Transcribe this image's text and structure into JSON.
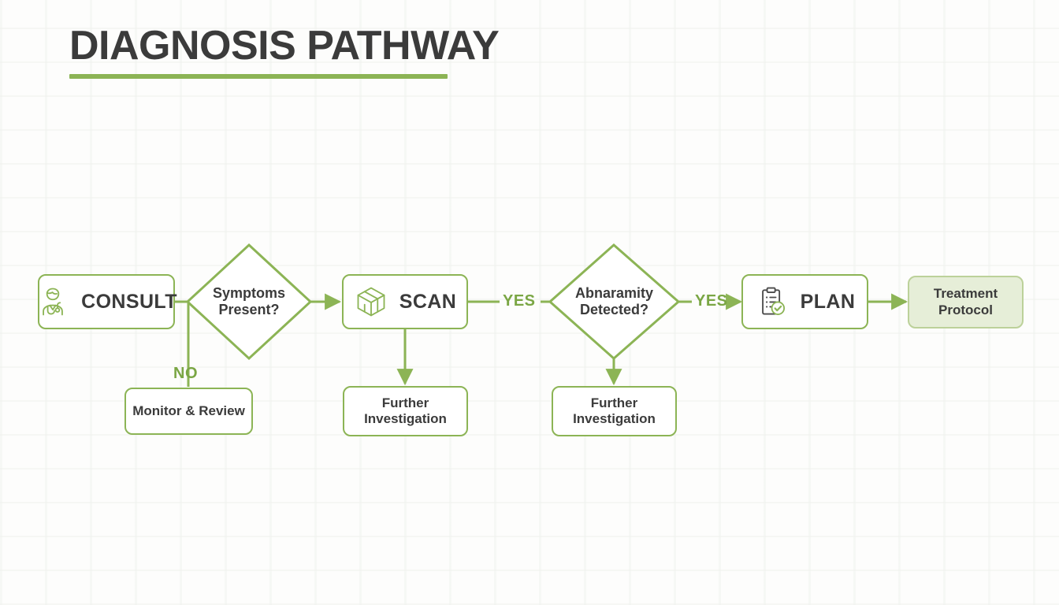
{
  "header": {
    "title": "DIAGNOSIS PATHWAY",
    "accent_color": "#8cb455",
    "title_color": "#3b3b3b"
  },
  "theme": {
    "background": "#fdfdfc",
    "stroke_green": "#8cb455",
    "label_green": "#7aa644",
    "fill_green": "#e6eed8",
    "text_dark": "#3b3b3b",
    "node_fill": "#ffffff"
  },
  "diagram": {
    "type": "flowchart",
    "nodes": [
      {
        "id": "consult",
        "label": "CONSULT",
        "shape": "rounded-rect",
        "icon": "doctor-stethoscope-icon"
      },
      {
        "id": "symptoms",
        "label": "Symptoms Present?",
        "shape": "diamond"
      },
      {
        "id": "scan",
        "label": "SCAN",
        "shape": "rounded-rect",
        "icon": "cube-box-icon"
      },
      {
        "id": "abnormal",
        "label": "Abnaramity Detected?",
        "shape": "diamond"
      },
      {
        "id": "plan",
        "label": "PLAN",
        "shape": "rounded-rect",
        "icon": "clipboard-check-icon"
      },
      {
        "id": "treatment",
        "label": "Treatment Protocol",
        "shape": "rounded-rect-filled"
      },
      {
        "id": "monitor",
        "label": "Monitor & Review",
        "shape": "rounded-rect"
      },
      {
        "id": "further1",
        "label": "Further Investigation",
        "shape": "rounded-rect"
      },
      {
        "id": "further2",
        "label": "Further Investigation",
        "shape": "rounded-rect"
      }
    ],
    "edges": [
      {
        "from": "consult",
        "to": "symptoms",
        "label": "",
        "arrow": false
      },
      {
        "from": "symptoms",
        "to": "scan",
        "label": "",
        "arrow": true
      },
      {
        "from": "symptoms",
        "to": "monitor",
        "label": "NO",
        "arrow": false
      },
      {
        "from": "scan",
        "to": "abnormal",
        "label": "YES",
        "arrow": false
      },
      {
        "from": "scan",
        "to": "further1",
        "label": "",
        "arrow": true
      },
      {
        "from": "abnormal",
        "to": "plan",
        "label": "YES",
        "arrow": true
      },
      {
        "from": "abnormal",
        "to": "further2",
        "label": "",
        "arrow": true
      },
      {
        "from": "plan",
        "to": "treatment",
        "label": "",
        "arrow": true
      }
    ],
    "labels": {
      "consult": "CONSULT",
      "symptoms_line1": "Symptoms",
      "symptoms_line2": "Present?",
      "scan": "SCAN",
      "abnormal_line1": "Abnaramity",
      "abnormal_line2": "Detected?",
      "plan": "PLAN",
      "treatment_line1": "Treatment",
      "treatment_line2": "Protocol",
      "monitor": "Monitor & Review",
      "further_line1": "Further",
      "further_line2": "Investigation",
      "yes_1": "YES",
      "yes_2": "YES",
      "no_1": "NO"
    }
  }
}
